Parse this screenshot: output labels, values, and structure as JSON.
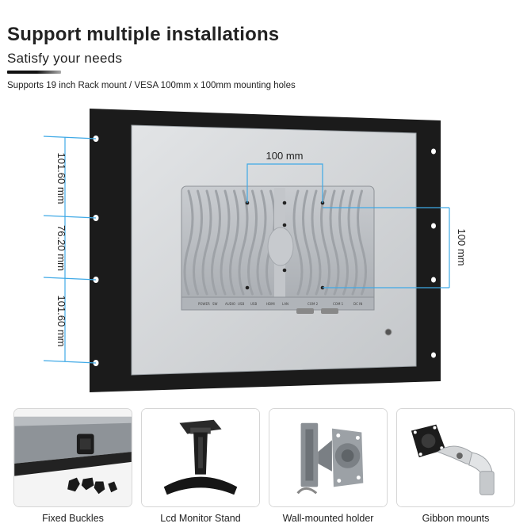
{
  "header": {
    "title": "Support multiple installations",
    "subtitle": "Satisfy your needs",
    "description": "Supports 19 inch Rack mount / VESA 100mm x 100mm  mounting holes"
  },
  "dimensions": {
    "top_gap": "101.60 mm",
    "middle_gap": "76.20 mm",
    "bottom_gap": "101.60 mm",
    "vesa_horizontal": "100 mm",
    "vesa_vertical": "100 mm"
  },
  "back_panel": {
    "ports": [
      "POWER",
      "SW",
      "AUDIO",
      "USB",
      "USB",
      "HDMI",
      "LAN",
      "COM 2",
      "COM 1",
      "DC IN"
    ]
  },
  "accessories": [
    {
      "label": "Fixed Buckles"
    },
    {
      "label": "Lcd Monitor Stand"
    },
    {
      "label": "Wall-mounted holder"
    },
    {
      "label": "Gibbon mounts"
    }
  ],
  "colors": {
    "dimension_line": "#3fa9e6",
    "frame": "#1b1b1b",
    "panel": "#d3d6d9",
    "heatsink": "#b8bcc0"
  }
}
